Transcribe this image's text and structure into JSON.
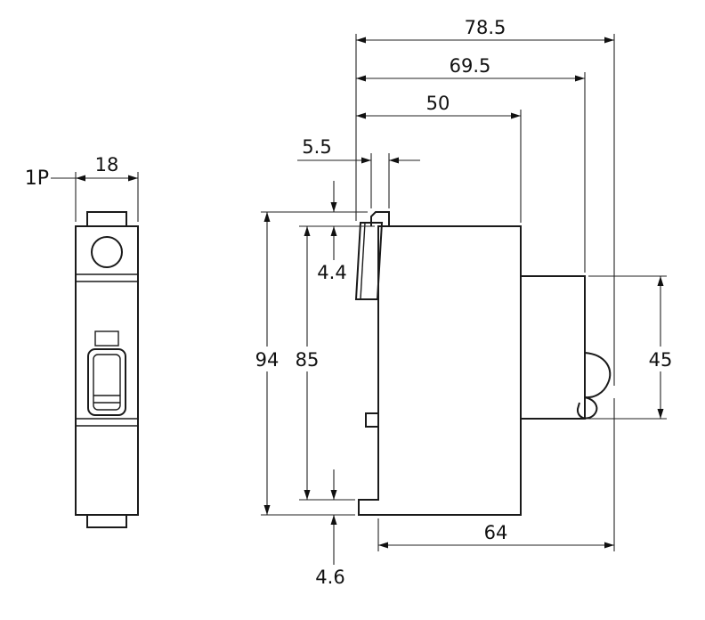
{
  "drawing": {
    "type": "technical-dimension-drawing",
    "subject": "1-pole miniature circuit breaker, front and side views",
    "front_view": {
      "pole_label": "1P",
      "width": "18"
    },
    "side_view": {
      "overall_depth": "78.5",
      "depth_to_clip": "69.5",
      "upper_depth": "50",
      "top_tab_width": "5.5",
      "top_tab_height": "4.4",
      "overall_height": "94",
      "body_height": "85",
      "din_section_height": "45",
      "base_depth": "64",
      "foot_height": "4.6"
    },
    "colors": {
      "line": "#1a1a1a",
      "dimension_line": "#222222",
      "text": "#111111",
      "background": "#ffffff"
    }
  }
}
